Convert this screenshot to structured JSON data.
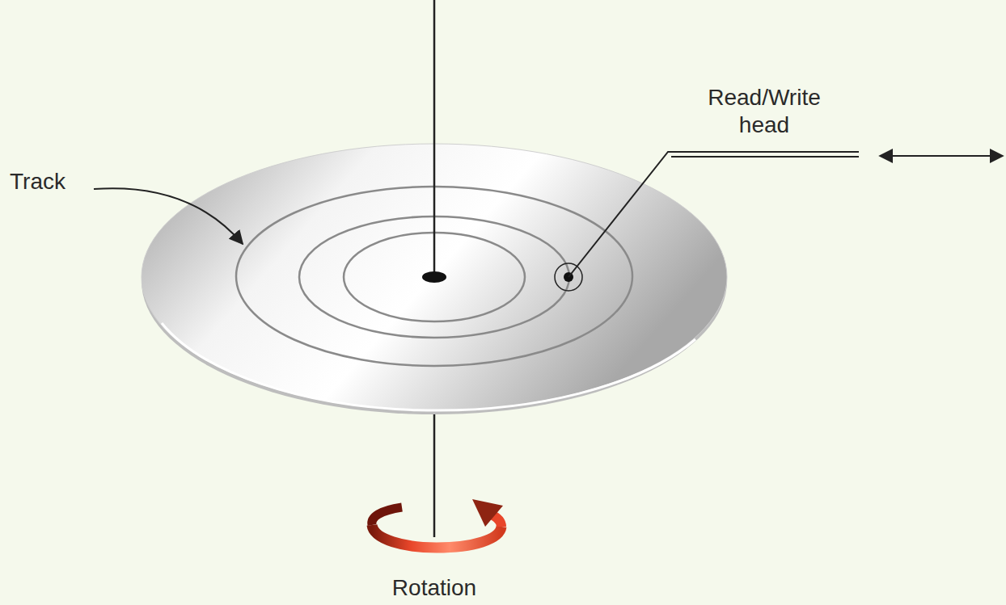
{
  "diagram": {
    "labels": [
      "Track",
      "Read/Write head",
      "Rotation"
    ]
  }
}
